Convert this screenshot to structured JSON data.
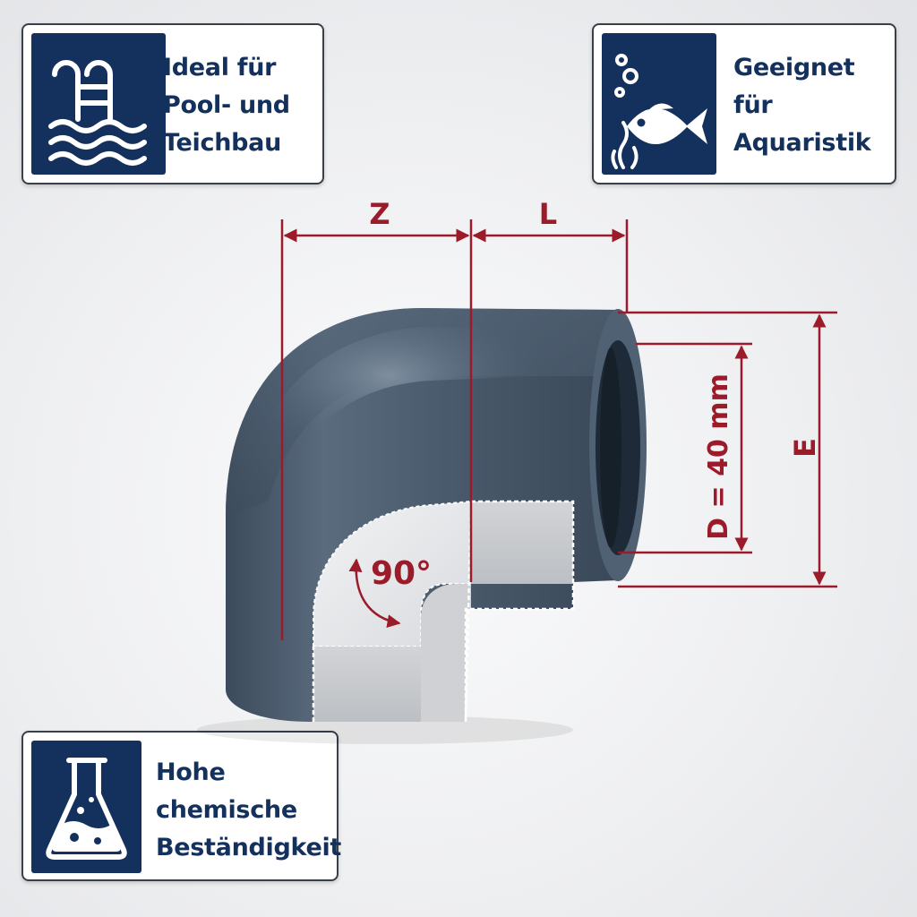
{
  "badges": {
    "pool": {
      "icon": "pool-ladder-icon",
      "lines": [
        "Ideal für",
        "Pool- und",
        "Teichbau"
      ]
    },
    "aquaristik": {
      "icon": "fish-icon",
      "lines": [
        "Geeignet",
        "für",
        "Aquaristik"
      ]
    },
    "chemie": {
      "icon": "flask-icon",
      "lines": [
        "Hohe",
        "chemische",
        "Beständigkeit"
      ]
    }
  },
  "diagram": {
    "label_z": "Z",
    "label_l": "L",
    "label_d": "D = 40 mm",
    "label_e": "E",
    "label_angle": "90°"
  },
  "colors": {
    "badge_icon_bg": "#13315c",
    "badge_text": "#13315c",
    "dimension_red": "#9b1b2a",
    "pipe_gray": "#4a5b6d"
  }
}
